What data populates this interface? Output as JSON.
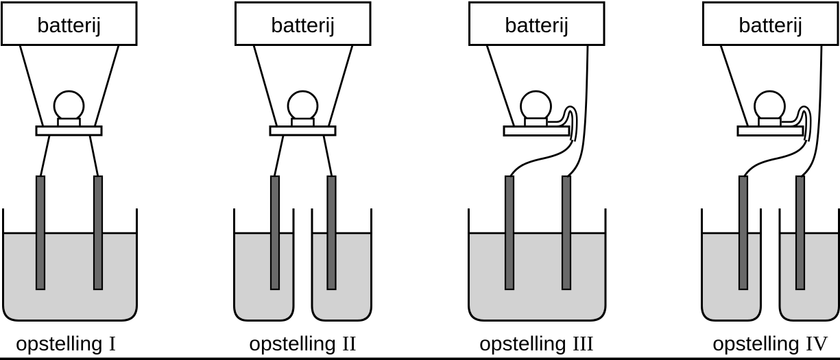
{
  "colors": {
    "line": "#000000",
    "liquid": "#d2d2d2",
    "electrode": "#696969",
    "background": "#ffffff"
  },
  "setups": [
    {
      "id": "I",
      "battery_label": "batterij",
      "label_word": "opstelling",
      "label_numeral": "I",
      "beaker_count": 1
    },
    {
      "id": "II",
      "battery_label": "batterij",
      "label_word": "opstelling",
      "label_numeral": "II",
      "beaker_count": 2
    },
    {
      "id": "III",
      "battery_label": "batterij",
      "label_word": "opstelling",
      "label_numeral": "III",
      "beaker_count": 1
    },
    {
      "id": "IV",
      "battery_label": "batterij",
      "label_word": "opstelling",
      "label_numeral": "IV",
      "beaker_count": 2
    }
  ]
}
